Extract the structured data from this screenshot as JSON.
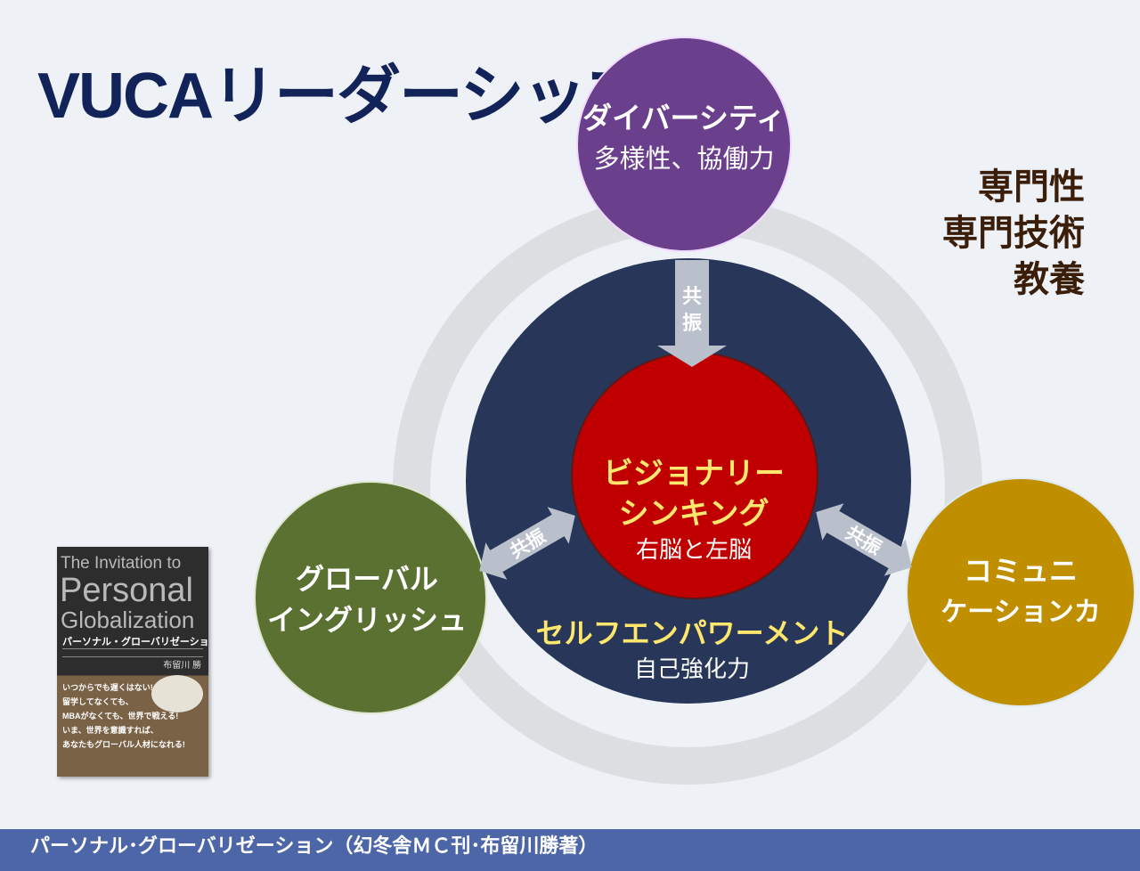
{
  "title": "VUCAリーダーシップ",
  "center": {
    "line1": "ビジョナリー",
    "line2": "シンキング",
    "sub": "右脳と左脳"
  },
  "core": {
    "title": "セルフエンパワーメント",
    "sub": "自己強化力"
  },
  "top_node": {
    "title": "ダイバーシティ",
    "sub": "多様性、協働力"
  },
  "left_node": {
    "line1": "グローバル",
    "line2": "イングリッシュ"
  },
  "right_node": {
    "line1": "コミュニ",
    "line2": "ケーションカ"
  },
  "resonance": "共振",
  "resonance_chars": [
    "共",
    "振"
  ],
  "expertise": [
    "専門性",
    "専門技術",
    "教養"
  ],
  "book": {
    "title_line1": "The Invitation to",
    "title_line2": "Personal",
    "title_line3": "Globalization",
    "jp_title": "パーソナル・グローバリゼーション",
    "author": "布留川 勝",
    "blurb": [
      "いつからでも遅くはない!",
      "留学してなくても、",
      "MBAがなくても、世界で戦える!",
      "いま、世界を意識すれば、",
      "あなたもグローバル人材になれる!"
    ]
  },
  "footer": "パーソナル･グローバリゼーション（幻冬舎ＭＣ刊･布留川勝著）",
  "colors": {
    "navy": "#283759",
    "red": "#c00000",
    "purple": "#6a3f8c",
    "green": "#5b7131",
    "gold": "#bf8f00",
    "arrow": "#b9bfcb",
    "yellow_text": "#ffe66d",
    "footer_bg": "#4d66a8"
  }
}
